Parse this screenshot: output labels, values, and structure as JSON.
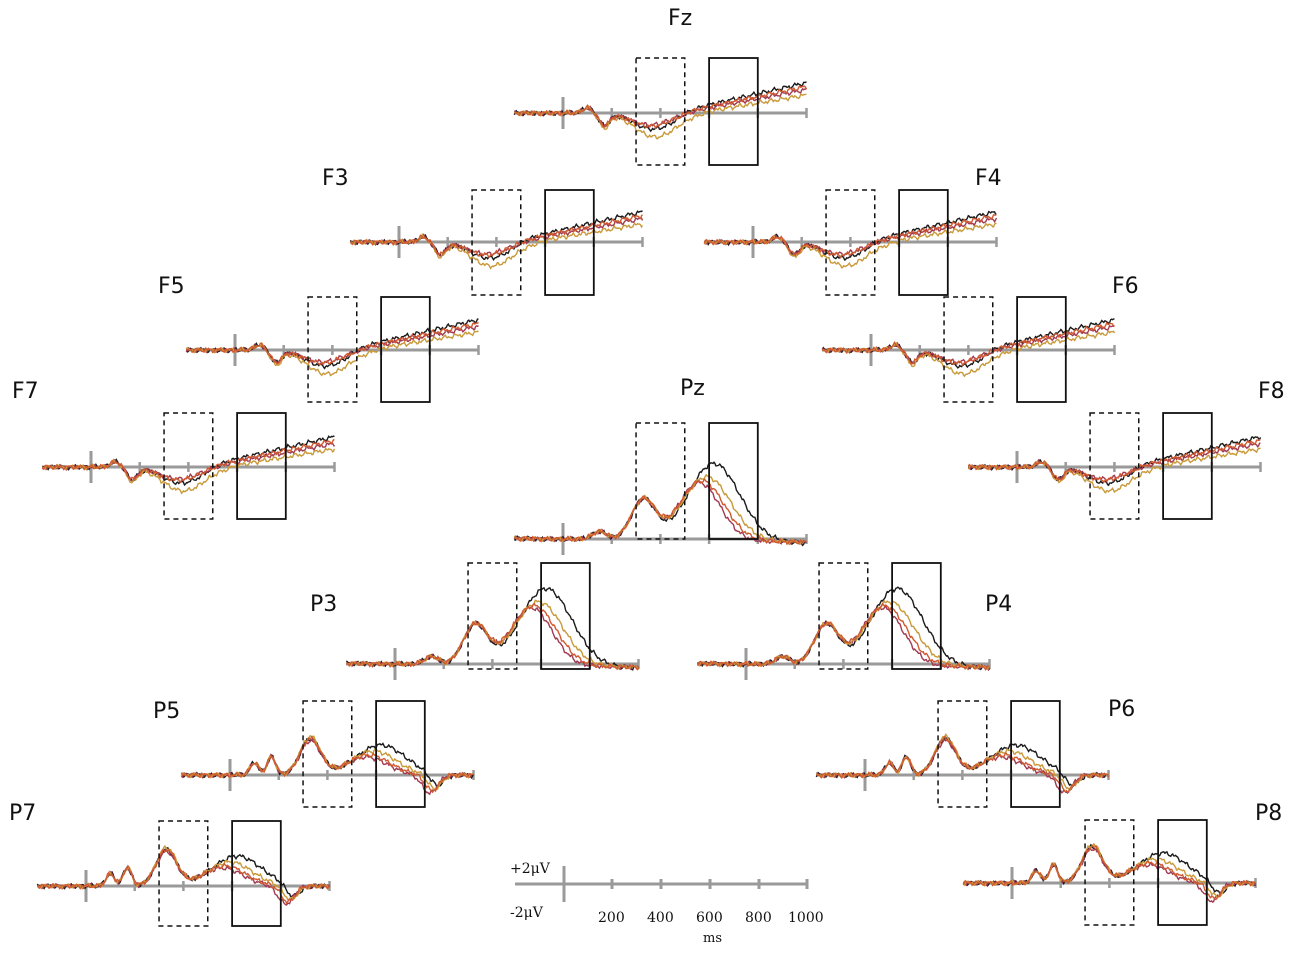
{
  "chart_data": {
    "type": "line",
    "x_unit": "ms",
    "x_range": [
      -200,
      1000
    ],
    "y_scale_labels": {
      "positive": "+2μV",
      "negative": "-2μV"
    },
    "scale_ticks": [
      "200",
      "400",
      "600",
      "800",
      "1000"
    ],
    "series_colors": [
      "#1a1a1a",
      "#a03a52",
      "#c99a3a",
      "#d05a30"
    ],
    "windows_ms": {
      "dashed": [
        300,
        500
      ],
      "solid": [
        600,
        800
      ]
    },
    "electrodes": [
      {
        "name": "Fz",
        "wave": "frontal"
      },
      {
        "name": "F3",
        "wave": "frontal"
      },
      {
        "name": "F4",
        "wave": "frontal"
      },
      {
        "name": "F5",
        "wave": "frontal"
      },
      {
        "name": "F6",
        "wave": "frontal"
      },
      {
        "name": "F7",
        "wave": "frontal"
      },
      {
        "name": "F8",
        "wave": "frontal"
      },
      {
        "name": "Pz",
        "wave": "parietal"
      },
      {
        "name": "P3",
        "wave": "parietal"
      },
      {
        "name": "P4",
        "wave": "parietal"
      },
      {
        "name": "P5",
        "wave": "posterior"
      },
      {
        "name": "P6",
        "wave": "posterior"
      },
      {
        "name": "P7",
        "wave": "posterior"
      },
      {
        "name": "P8",
        "wave": "posterior"
      }
    ]
  }
}
